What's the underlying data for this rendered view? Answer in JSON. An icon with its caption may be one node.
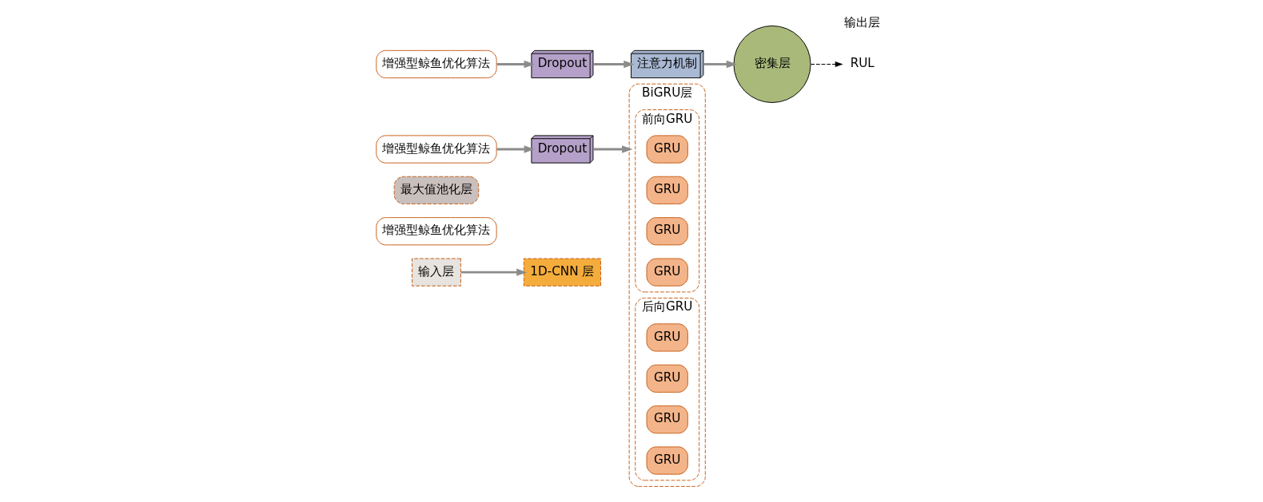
{
  "diagram": {
    "nodes": [
      {
        "text": [
          "输入层"
        ]
      },
      {
        "text": [
          "1D-CNN 层"
        ]
      },
      {
        "text": [
          "增强型鲸鱼优化算法"
        ]
      },
      {
        "text": [
          "最大值池化层"
        ]
      },
      {
        "text": [
          "增强型鲸鱼优化算法"
        ]
      },
      {
        "text": [
          "Dropout"
        ]
      },
      {
        "text": [
          "BiGRU层"
        ]
      },
      {
        "text": [
          "前向GRU"
        ],
        "in": 6
      },
      {
        "text": [
          "GRU"
        ],
        "in": 7
      },
      {
        "text": [
          "GRU"
        ],
        "in": 7
      },
      {
        "text": [
          "GRU"
        ],
        "in": 7
      },
      {
        "text": [
          "GRU"
        ],
        "in": 7
      },
      {
        "text": [
          "后向GRU"
        ],
        "in": 6
      },
      {
        "text": [
          "GRU"
        ],
        "in": 12
      },
      {
        "text": [
          "GRU"
        ],
        "in": 12
      },
      {
        "text": [
          "GRU"
        ],
        "in": 12
      },
      {
        "text": [
          "GRU"
        ],
        "in": 12
      },
      {
        "text": [
          "增强型鲸鱼优化算法"
        ]
      },
      {
        "text": [
          "Dropout"
        ]
      },
      {
        "text": [
          "注意力机制"
        ]
      },
      {
        "text": [
          "密集层"
        ]
      },
      {
        "text": [
          "RUL"
        ]
      }
    ],
    "edges": [
      {
        "from": 0,
        "to": 1,
        "arrow": "to"
      },
      {
        "from": 4,
        "to": 5,
        "arrow": "to"
      },
      {
        "from": 5,
        "to": 6,
        "arrow": "to"
      },
      {
        "from": 17,
        "to": 18,
        "arrow": "to"
      },
      {
        "from": 18,
        "to": 19,
        "arrow": "to"
      },
      {
        "from": 19,
        "to": 20,
        "arrow": "to"
      },
      {
        "from": 20,
        "to": 21,
        "arrow": "to",
        "style": "dashed",
        "color": "#000000"
      }
    ],
    "labels": [
      "输出层"
    ]
  }
}
